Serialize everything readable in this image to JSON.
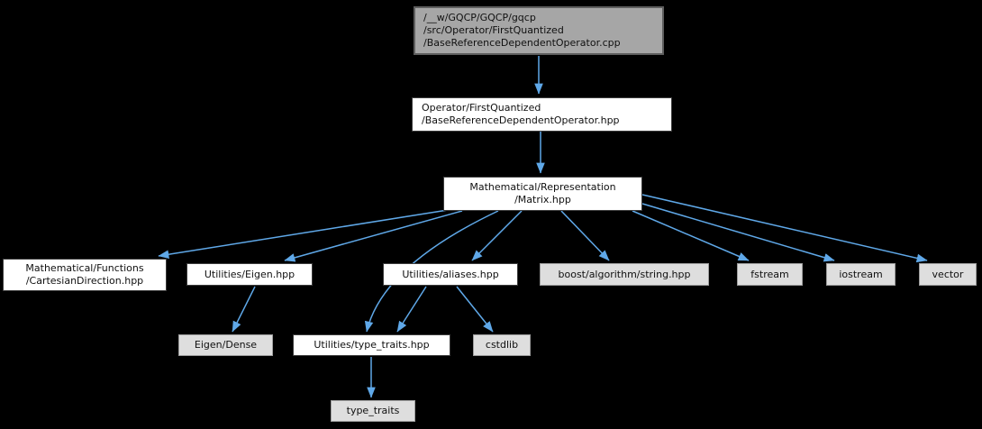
{
  "graph": {
    "background_color": "#000000",
    "edge_color": "#5fa8e8",
    "node_colors": {
      "source_fill": "#a6a6a6",
      "internal_fill": "#ffffff",
      "external_fill": "#dedede"
    },
    "nodes": [
      {
        "id": "cpp",
        "type": "source",
        "label": "/__w/GQCP/GQCP/gqcp\n/src/Operator/FirstQuantized\n/BaseReferenceDependentOperator.cpp"
      },
      {
        "id": "op-hpp",
        "type": "internal",
        "label": "Operator/FirstQuantized\n/BaseReferenceDependentOperator.hpp"
      },
      {
        "id": "matrix-hpp",
        "type": "internal",
        "label": "Mathematical/Representation\n/Matrix.hpp"
      },
      {
        "id": "cartesian-hpp",
        "type": "internal",
        "label": "Mathematical/Functions\n/CartesianDirection.hpp"
      },
      {
        "id": "eigen-hpp",
        "type": "internal",
        "label": "Utilities/Eigen.hpp"
      },
      {
        "id": "aliases-hpp",
        "type": "internal",
        "label": "Utilities/aliases.hpp"
      },
      {
        "id": "boost-string",
        "type": "external",
        "label": "boost/algorithm/string.hpp"
      },
      {
        "id": "fstream",
        "type": "external",
        "label": "fstream"
      },
      {
        "id": "iostream",
        "type": "external",
        "label": "iostream"
      },
      {
        "id": "vector",
        "type": "external",
        "label": "vector"
      },
      {
        "id": "eigen-dense",
        "type": "external",
        "label": "Eigen/Dense"
      },
      {
        "id": "type-traits-hpp",
        "type": "internal",
        "label": "Utilities/type_traits.hpp"
      },
      {
        "id": "cstdlib",
        "type": "external",
        "label": "cstdlib"
      },
      {
        "id": "type-traits",
        "type": "external",
        "label": "type_traits"
      }
    ],
    "edges": [
      {
        "from": "cpp",
        "to": "op-hpp"
      },
      {
        "from": "op-hpp",
        "to": "matrix-hpp"
      },
      {
        "from": "matrix-hpp",
        "to": "cartesian-hpp"
      },
      {
        "from": "matrix-hpp",
        "to": "eigen-hpp"
      },
      {
        "from": "matrix-hpp",
        "to": "aliases-hpp"
      },
      {
        "from": "matrix-hpp",
        "to": "type-traits-hpp"
      },
      {
        "from": "matrix-hpp",
        "to": "boost-string"
      },
      {
        "from": "matrix-hpp",
        "to": "fstream"
      },
      {
        "from": "matrix-hpp",
        "to": "iostream"
      },
      {
        "from": "matrix-hpp",
        "to": "vector"
      },
      {
        "from": "eigen-hpp",
        "to": "eigen-dense"
      },
      {
        "from": "aliases-hpp",
        "to": "type-traits-hpp"
      },
      {
        "from": "aliases-hpp",
        "to": "cstdlib"
      },
      {
        "from": "type-traits-hpp",
        "to": "type-traits"
      }
    ]
  }
}
